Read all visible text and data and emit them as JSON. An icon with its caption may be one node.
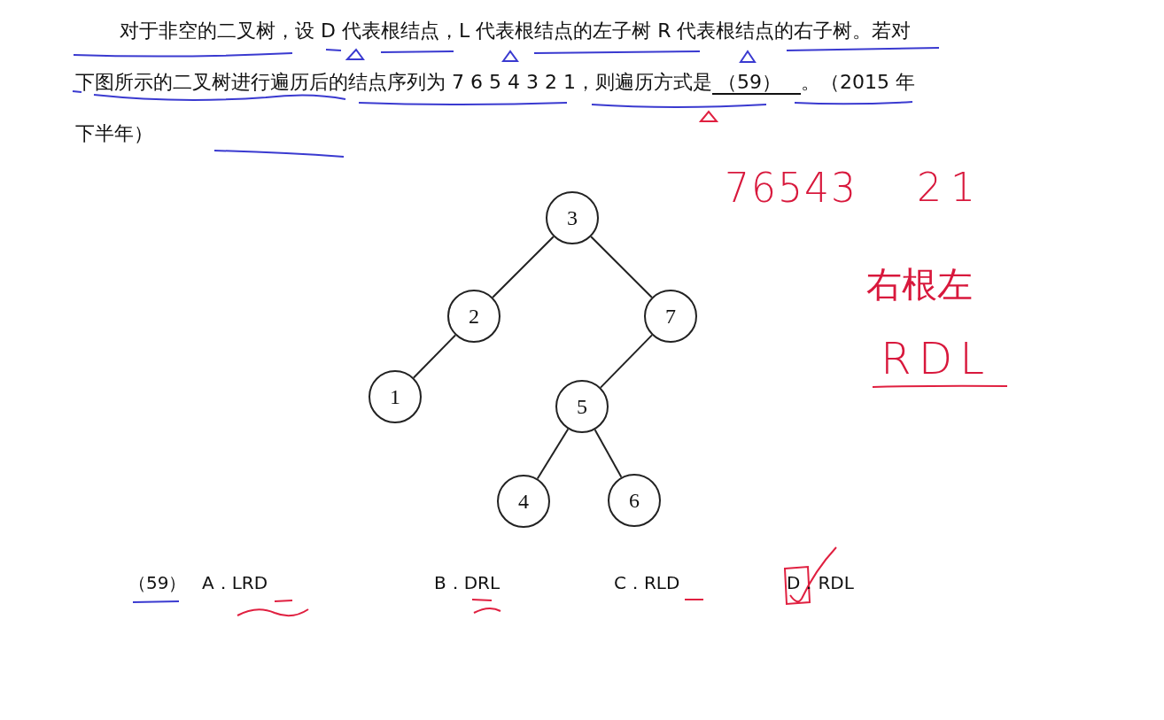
{
  "diagram": {
    "nodes": [
      {
        "text": [
          "3"
        ]
      },
      {
        "text": [
          "2"
        ]
      },
      {
        "text": [
          "7"
        ]
      },
      {
        "text": [
          "1"
        ]
      },
      {
        "text": [
          "5"
        ]
      },
      {
        "text": [
          "4"
        ]
      },
      {
        "text": [
          "6"
        ]
      }
    ],
    "edges": [
      {
        "from": 0,
        "to": 1,
        "arrow": "none"
      },
      {
        "from": 0,
        "to": 2,
        "arrow": "none"
      },
      {
        "from": 1,
        "to": 3,
        "arrow": "none"
      },
      {
        "from": 2,
        "to": 4,
        "arrow": "none"
      },
      {
        "from": 4,
        "to": 5,
        "arrow": "none"
      },
      {
        "from": 4,
        "to": 6,
        "arrow": "none"
      }
    ],
    "labels": [
      "对于非空的二叉树，设 D 代表根结点，L 代表根结点的左子树 R 代表根结点的右子树。若对下图所示的二叉树进行遍历后的结点序列为 7 6 5 4 3 2 1，则遍历方式是",
      "（59）",
      "。（2015 年下半年）",
      "76543",
      "21",
      "右根左",
      "RDL",
      "（59）",
      "A．LRD",
      "B．DRL",
      "C．RLD",
      "D．RDL"
    ]
  }
}
